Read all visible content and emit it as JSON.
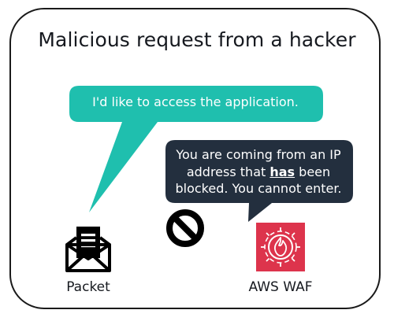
{
  "title": "Malicious request from a hacker",
  "request_bubble": {
    "text": "I'd like to access the application.",
    "color": "#1fbfae"
  },
  "block_bubble": {
    "line1": "You are coming from an IP",
    "line2_before": "address that ",
    "line2_emphasis": "has",
    "line2_after": " been",
    "line3": "blocked. You cannot enter.",
    "color": "#232f3e"
  },
  "packet": {
    "icon": "open-envelope-icon",
    "label": "Packet"
  },
  "deny": {
    "icon": "prohibited-icon"
  },
  "waf": {
    "icon": "aws-waf-icon",
    "label": "AWS WAF",
    "color": "#dd344c"
  }
}
